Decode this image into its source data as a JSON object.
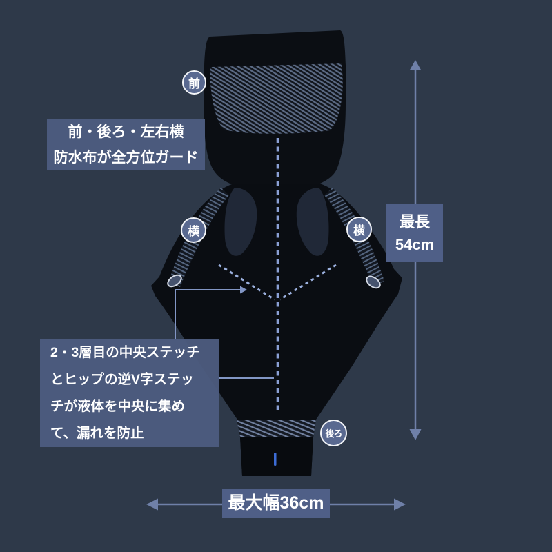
{
  "badges": {
    "front": "前",
    "side_left": "横",
    "side_right": "横",
    "back": "後ろ"
  },
  "callouts": {
    "waterproof": {
      "line1": "前・後ろ・左右横",
      "line2": "防水布が全方位ガード"
    },
    "stitch": {
      "line1": "2・3層目の中央ステッチ",
      "line2": "とヒップの逆V字ステッ",
      "line3": "チが液体を中央に集め",
      "line4": "て、漏れを防止"
    }
  },
  "measurements": {
    "length": {
      "label": "最長",
      "value": "54cm"
    },
    "width": {
      "label": "最大幅36cm"
    }
  },
  "colors": {
    "background": "#2e3949",
    "callout_panel": "#4d5c7f",
    "measure_box": "#4f5f87",
    "badge_fill": "#596990",
    "arrow": "#6f80a8",
    "stitch_dash": "#8ba0d5",
    "stripe_light": "#5c6b85",
    "garment_black": "#0a0d12"
  }
}
